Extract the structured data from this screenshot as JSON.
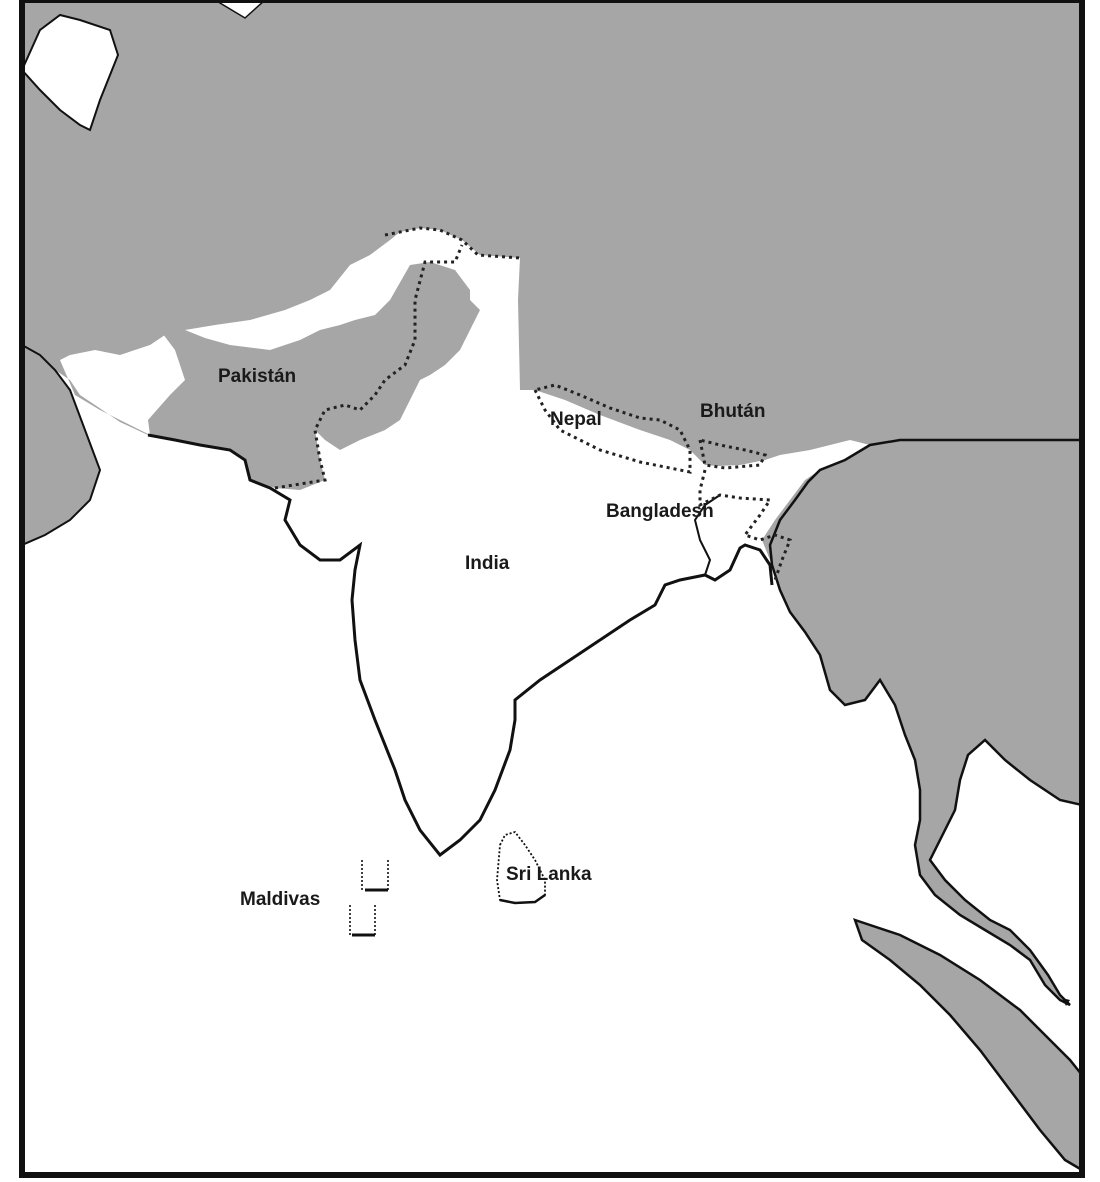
{
  "map": {
    "labels": {
      "pakistan": "Pakistán",
      "nepal": "Nepal",
      "bhutan": "Bhután",
      "bangladesh": "Bangladesh",
      "india": "India",
      "sri_lanka": "Sri Lanka",
      "maldivas": "Maldivas"
    },
    "colors": {
      "land_shaded": "#9a9a9a",
      "land_unshaded": "#ffffff",
      "border_solid": "#111111",
      "border_dotted": "#222222",
      "frame": "#111111"
    }
  }
}
